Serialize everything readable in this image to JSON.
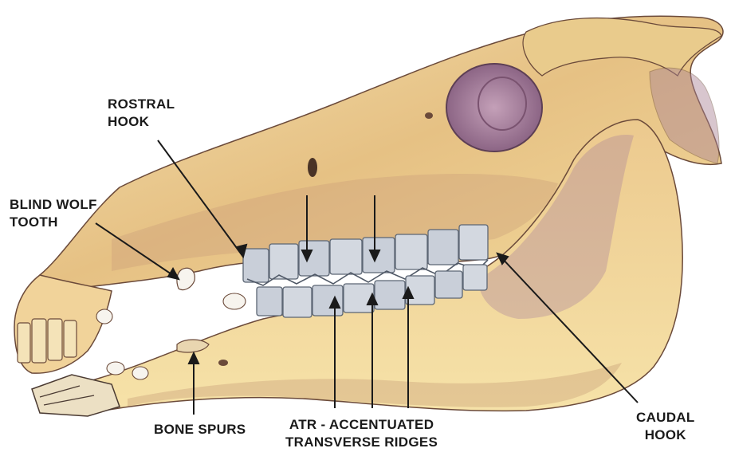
{
  "labels": {
    "rostral_hook": [
      "ROSTRAL",
      "HOOK"
    ],
    "blind_wolf_tooth": [
      "BLIND WOLF",
      "TOOTH"
    ],
    "bone_spurs": [
      "BONE SPURS"
    ],
    "atr": [
      "ATR - ACCENTUATED",
      "TRANSVERSE RIDGES"
    ],
    "caudal_hook": [
      "CAUDAL",
      "HOOK"
    ]
  },
  "colors": {
    "bone_light": "#f1d9a4",
    "bone_mid": "#e2b97a",
    "bone_shadow": "#b98a6a",
    "purple_shade": "#a77f9a",
    "orbit": "#9a6f90",
    "tooth": "#c9cfd9",
    "tooth_shadow": "#7d8796",
    "ink": "#1a1a1a"
  }
}
